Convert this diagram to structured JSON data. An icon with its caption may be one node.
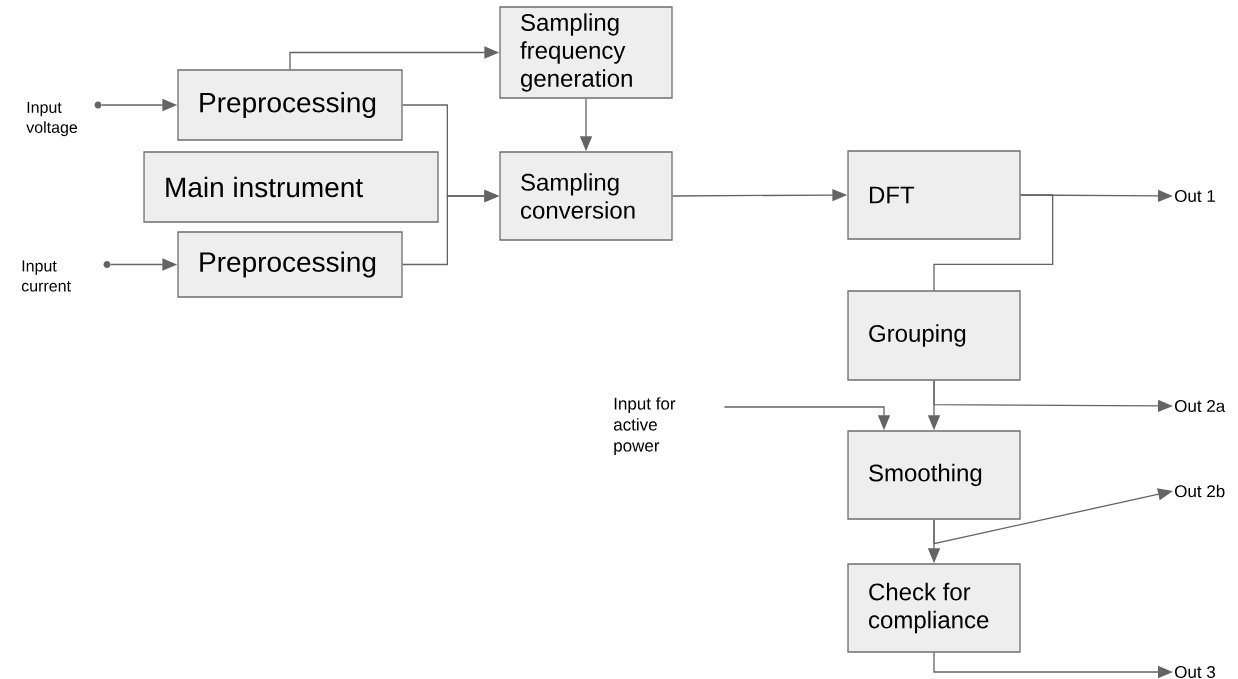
{
  "diagram": {
    "nodes": [
      {
        "text": [],
        "shape": "circle",
        "beside": [
          "Input voltage"
        ]
      },
      {
        "text": [
          "Preprocessing"
        ]
      },
      {
        "text": [
          "Main instrument"
        ]
      },
      {
        "text": [],
        "shape": "circle",
        "beside": [
          "Input current"
        ]
      },
      {
        "text": [
          "Preprocessing"
        ]
      },
      {
        "text": [
          "Sampling frequency generation"
        ]
      },
      {
        "text": [
          "Sampling conversion"
        ]
      },
      {
        "text": [
          "DFT"
        ]
      },
      {
        "text": [
          "Out 1"
        ]
      },
      {
        "text": [
          "Grouping"
        ]
      },
      {
        "text": [
          "Input for active power"
        ]
      },
      {
        "text": [
          "Out 2a"
        ]
      },
      {
        "text": [
          "Smoothing"
        ]
      },
      {
        "text": [
          "Out 2b"
        ]
      },
      {
        "text": [
          "Check for compliance"
        ]
      },
      {
        "text": [
          "Out 3"
        ]
      }
    ],
    "edges": [
      {
        "from": 0,
        "to": 1,
        "arrow": "to"
      },
      {
        "from": 3,
        "to": 4,
        "arrow": "to"
      },
      {
        "from": 1,
        "to": 5,
        "arrow": "to"
      },
      {
        "from": 1,
        "to": 6,
        "arrow": "to"
      },
      {
        "from": 4,
        "to": 6,
        "arrow": "to"
      },
      {
        "from": 5,
        "to": 6,
        "arrow": "to"
      },
      {
        "from": 6,
        "to": 7,
        "arrow": "to"
      },
      {
        "from": 7,
        "to": 8,
        "arrow": "to"
      },
      {
        "from": 7,
        "to": 9,
        "arrow": "none"
      },
      {
        "from": 9,
        "to": 12,
        "arrow": "to"
      },
      {
        "from": 9,
        "to": 11,
        "arrow": "to"
      },
      {
        "from": 10,
        "to": 12,
        "arrow": "to"
      },
      {
        "from": 12,
        "to": 14,
        "arrow": "to"
      },
      {
        "from": 12,
        "to": 13,
        "arrow": "to"
      },
      {
        "from": 14,
        "to": 15,
        "arrow": "to"
      }
    ]
  }
}
